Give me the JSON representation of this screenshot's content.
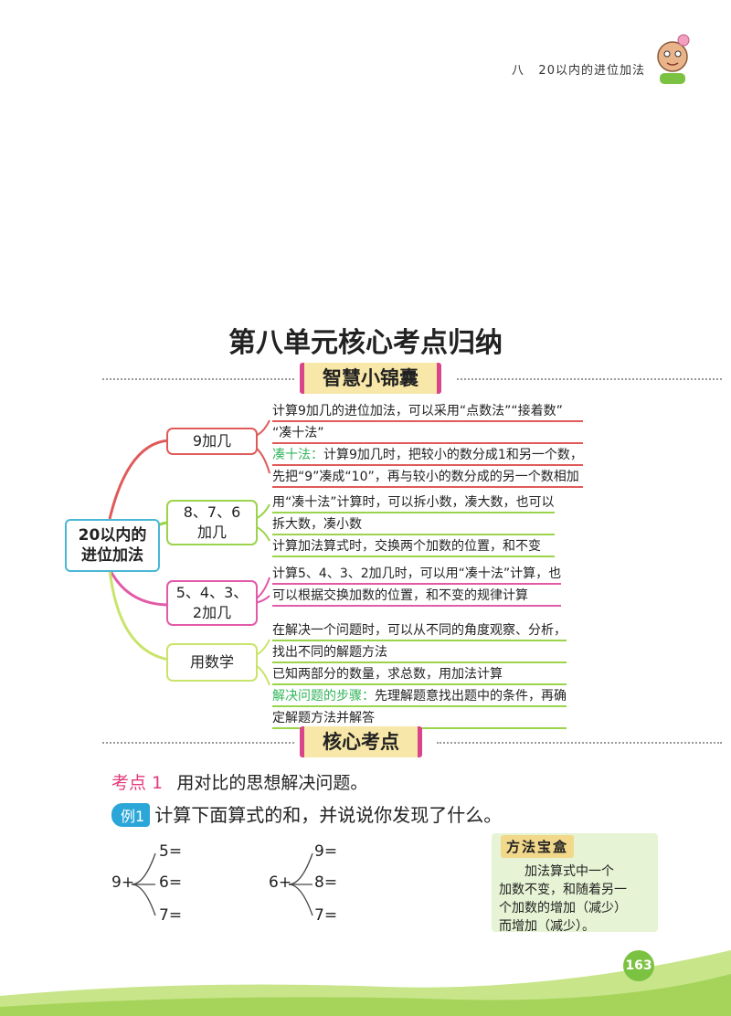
{
  "header": {
    "chapter": "八",
    "title": "20以内的进位加法"
  },
  "page_title": "第八单元核心考点归纳",
  "section1_title": "智慧小锦囊",
  "mindmap": {
    "root": [
      "20以内的",
      "进位加法"
    ],
    "branches": [
      {
        "label": [
          "9加几"
        ],
        "lines": [
          {
            "text": "计算9加几的进位加法，可以采用“点数法”“接着数”"
          },
          {
            "text": "“凑十法”"
          },
          {
            "hl": "凑十法：",
            "text": "计算9加几时，把较小的数分成1和另一个数，"
          },
          {
            "text": "先把“9”凑成“10”，再与较小的数分成的另一个数相加"
          }
        ]
      },
      {
        "label": [
          "8、7、6",
          "加几"
        ],
        "lines": [
          {
            "text": "用“凑十法”计算时，可以拆小数，凑大数，也可以"
          },
          {
            "text": "拆大数，凑小数"
          },
          {
            "text": "计算加法算式时，交换两个加数的位置，和不变"
          }
        ]
      },
      {
        "label": [
          "5、4、3、",
          "2加几"
        ],
        "lines": [
          {
            "text": "计算5、4、3、2加几时，可以用“凑十法”计算，也"
          },
          {
            "text": "可以根据交换加数的位置，和不变的规律计算"
          }
        ]
      },
      {
        "label": [
          "用数学"
        ],
        "lines": [
          {
            "text": "在解决一个问题时，可以从不同的角度观察、分析，"
          },
          {
            "text": "找出不同的解题方法"
          },
          {
            "text": "已知两部分的数量，求总数，用加法计算"
          },
          {
            "hl": "解决问题的步骤：",
            "text": "先理解题意找出题中的条件，再确"
          },
          {
            "text": "定解题方法并解答"
          }
        ]
      }
    ]
  },
  "section2_title": "核心考点",
  "kaodian": {
    "label": "考点 1",
    "text": "用对比的思想解决问题。"
  },
  "example": {
    "badge": "例1",
    "text": "计算下面算式的和，并说说你发现了什么。"
  },
  "math_groups": [
    {
      "base": "9+",
      "items": [
        "5=",
        "6=",
        "7="
      ]
    },
    {
      "base": "6+",
      "items": [
        "9=",
        "8=",
        "7="
      ]
    }
  ],
  "method_box": {
    "title": "方法宝盒",
    "lines": [
      "加法算式中一个",
      "加数不变，和随着另一",
      "个加数的增加（减少）",
      "而增加（减少）。"
    ]
  },
  "page_number": "163",
  "colors": {
    "branch1": "#e05a5a",
    "branch2": "#9bd44a",
    "branch3": "#e25aa8",
    "branch4": "#c9e46a",
    "root": "#49b7d6",
    "accent_pink": "#e2397a",
    "accent_green": "#32b55a"
  }
}
